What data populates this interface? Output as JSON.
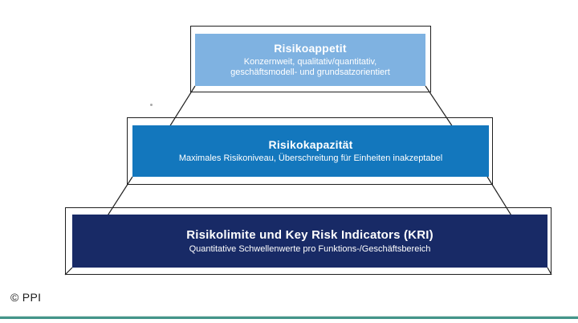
{
  "diagram": {
    "outline_color": "#1f1f1f",
    "text_color": "#ffffff",
    "tiers": [
      {
        "title": "Risikoappetit",
        "subtitle_lines": [
          "Konzernweit, qualitativ/quantitativ,",
          "geschäftsmodell- und grundsatzorientiert"
        ],
        "fill_color": "#7FB2E1"
      },
      {
        "title": "Risikokapazität",
        "subtitle_lines": [
          "Maximales Risikoniveau, Überschreitung für Einheiten inakzeptabel"
        ],
        "fill_color": "#1377BD"
      },
      {
        "title": "Risikolimite und Key Risk Indicators (KRI)",
        "subtitle_lines": [
          "Quantitative Schwellenwerte pro Funktions-/Geschäftsbereich"
        ],
        "fill_color": "#182A66"
      }
    ]
  },
  "footer": {
    "copyright": "© PPI",
    "accent_bar_color": "#44958A"
  }
}
